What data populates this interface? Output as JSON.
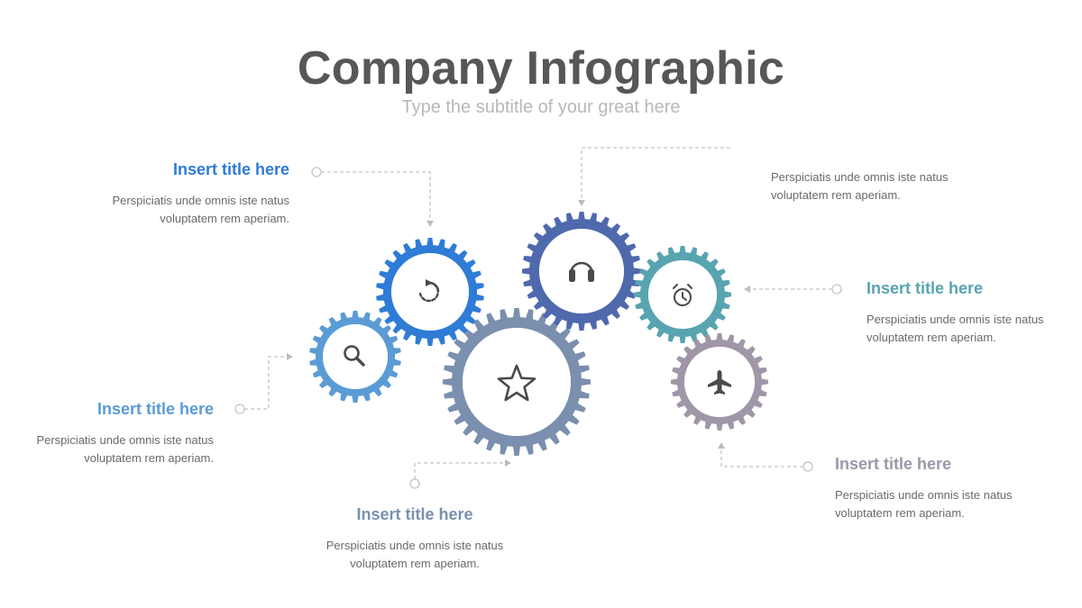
{
  "header": {
    "title": "Company Infographic",
    "subtitle": "Type the subtitle of your great here"
  },
  "colors": {
    "blue_dark": "#2e7cd6",
    "blue_light": "#5b9bd5",
    "navy": "#4f69ad",
    "slate": "#7b8fae",
    "teal": "#58a4b0",
    "mauve": "#9f96a8"
  },
  "blocks": [
    {
      "id": "b1",
      "title": "Insert title here",
      "desc": [
        "Perspiciatis unde omnis iste natus",
        "voluptatem rem aperiam."
      ],
      "color": "#2e7cd6"
    },
    {
      "id": "b2",
      "title": "",
      "desc": [
        "Perspiciatis unde omnis iste natus",
        "voluptatem rem aperiam."
      ],
      "color": "#4f69ad"
    },
    {
      "id": "b3",
      "title": "Insert title here",
      "desc": [
        "Perspiciatis unde omnis iste natus",
        "voluptatem rem aperiam."
      ],
      "color": "#58a4b0"
    },
    {
      "id": "b4",
      "title": "Insert title here",
      "desc": [
        "Perspiciatis unde omnis iste natus",
        "voluptatem rem aperiam."
      ],
      "color": "#5b9bd5"
    },
    {
      "id": "b5",
      "title": "Insert title here",
      "desc": [
        "Perspiciatis unde omnis iste natus",
        "voluptatem rem aperiam."
      ],
      "color": "#7b8fae"
    },
    {
      "id": "b6",
      "title": "Insert title here",
      "desc": [
        "Perspiciatis unde omnis iste natus",
        "voluptatem rem aperiam."
      ],
      "color": "#9f96a8"
    }
  ],
  "gears": [
    {
      "id": "g1",
      "icon": "refresh-icon",
      "color": "#2e7cd6"
    },
    {
      "id": "g2",
      "icon": "headphones-icon",
      "color": "#4f69ad"
    },
    {
      "id": "g3",
      "icon": "alarm-clock-icon",
      "color": "#58a4b0"
    },
    {
      "id": "g4",
      "icon": "search-icon",
      "color": "#5b9bd5"
    },
    {
      "id": "g5",
      "icon": "star-icon",
      "color": "#7b8fae"
    },
    {
      "id": "g6",
      "icon": "airplane-icon",
      "color": "#9f96a8"
    }
  ]
}
